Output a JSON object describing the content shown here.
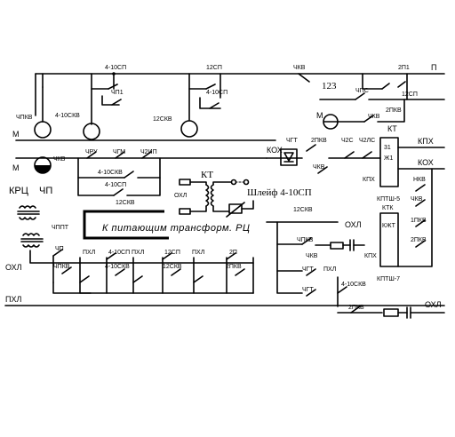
{
  "diagram": {
    "buses": {
      "M": "М",
      "P": "П",
      "PKhL": "ПХЛ",
      "OKhL": "ОХЛ",
      "KPKh": "КПХ",
      "KOKh": "КОХ"
    },
    "top_contacts": {
      "c1": "4-10СП",
      "c2": "12СП",
      "c3": "ЧКВ",
      "c4": "2П1",
      "c5": "ЧП1",
      "c6": "4-10СКВ",
      "c7": "12СКВ",
      "c8": "ЧПКВ"
    },
    "right_block": {
      "r123": "123",
      "chps": "ЧПС",
      "pkv2": "2ПКВ",
      "chkv": "ЧКВ",
      "kt": "КТ",
      "sp12": "12СП"
    },
    "relay_row": {
      "chpu": "ЧРУ",
      "chgm": "ЧГМ",
      "ch2ip": "Ч2ИП",
      "chkv": "ЧКВ",
      "sp410": "4-10СП",
      "skv410": "4-10СКВ",
      "skv12": "12СКВ"
    },
    "left_labels": {
      "krc": "КРЦ",
      "chp": "ЧП",
      "chppt": "ЧППТ",
      "chp2": "ЧП",
      "chpkv": "ЧПКВ"
    },
    "transformer": {
      "kt": "КТ",
      "okhl": "ОХЛ",
      "shleif": "Шлейф 4-10СП"
    },
    "pitanie": "К питающим трансформ. РЦ",
    "mid_contacts": {
      "a1": "4-10СП",
      "a2": "ПХЛ",
      "a3": "4-10СКВ",
      "a4": "12СП",
      "a5": "ПХЛ",
      "a6": "12СКВ",
      "a7": "2П",
      "a8": "2ПКВ",
      "a9": "ПХЛ"
    },
    "right_relays": {
      "chgt": "ЧГТ",
      "pkv2": "2ПКВ",
      "ch2s": "Ч2С",
      "ch2ls": "Ч2ЛС",
      "r31": "31",
      "zhi": "Ж1",
      "kpkh": "КПХ",
      "kptsh5": "КПТШ-5",
      "ktk": "КТК",
      "kzht": "КЖТ",
      "kptsh7": "КПТШ-7",
      "nkv": "НКВ",
      "chkv": "ЧКВ",
      "pkv": "1ПКВ",
      "pkv2b": "2ПКВ"
    },
    "lower_block": {
      "skv12": "12СКВ",
      "okhl": "ОХЛ",
      "chpkv": "ЧПКВ",
      "chkv": "ЧКВ",
      "chgt": "ЧГТ",
      "pkhl": "ПХЛ",
      "kpkh": "КПХ",
      "chgt2": "ЧГТ",
      "skv410": "4-10СКВ",
      "pkv2": "2ПКВ"
    }
  }
}
